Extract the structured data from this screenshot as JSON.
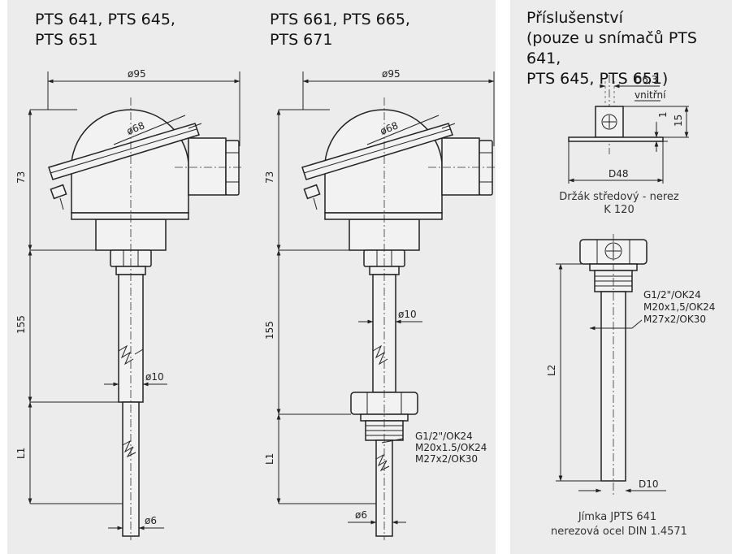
{
  "titles": {
    "group1": [
      "PTS 641, PTS 645,",
      "PTS 651"
    ],
    "group2": [
      "PTS 661, PTS 665,",
      "PTS 671"
    ],
    "accessories": [
      "Příslušenství",
      "(pouze u snímačů PTS 641,",
      "PTS 645, PTS 651)"
    ]
  },
  "drawing1": {
    "dia_head": "ø95",
    "dia_cover": "ø68",
    "dim_head": "73",
    "dim_tube": "155",
    "dia_tube": "ø10",
    "dim_l1": "L1",
    "dia_probe": "ø6"
  },
  "drawing2": {
    "dia_head": "ø95",
    "dia_cover": "ø68",
    "dim_head": "73",
    "dim_tube": "155",
    "dia_tube": "ø10",
    "dim_l1": "L1",
    "dia_probe": "ø6",
    "threads": [
      "G1/2\"/OK24",
      "M20x1.5/OK24",
      "M27x2/OK30"
    ]
  },
  "holder": {
    "dim_hole": "D6,3",
    "dim_hole_note": "vnitřní",
    "dim_plate": "1",
    "dim_height": "15",
    "dim_base": "D48",
    "caption": [
      "Držák středový - nerez",
      "K 120"
    ]
  },
  "thermowell": {
    "threads": [
      "G1/2\"/OK24",
      "M20x1,5/OK24",
      "M27x2/OK30"
    ],
    "dim_length": "L2",
    "dim_dia": "D10",
    "caption": [
      "Jímka JPTS 641",
      "nerezová ocel DIN 1.4571"
    ]
  }
}
